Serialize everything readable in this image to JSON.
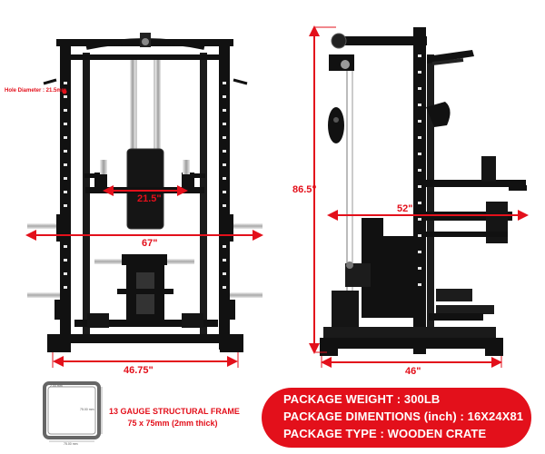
{
  "front_view": {
    "hole_diameter": "Hole Diameter : 21.5mm",
    "inner_width": "21.5\"",
    "outer_width": "67\"",
    "base_width": "46.75\""
  },
  "side_view": {
    "height": "86.5\"",
    "arm_depth": "52\"",
    "base_depth": "46\""
  },
  "frame_spec": {
    "line1": "13 GAUGE STRUCTURAL FRAME",
    "line2": "75 x 75mm (2mm thick)",
    "tube_dim_a": "75.00 mm",
    "tube_dim_b": "75.00 mm",
    "tube_dim_c": "2.00 mm"
  },
  "package": {
    "weight": "PACKAGE WEIGHT : 300LB",
    "dimensions": "PACKAGE DIMENTIONS (inch) : 16X24X81",
    "type": "PACKAGE TYPE : WOODEN CRATE"
  },
  "colors": {
    "accent": "#e3101b",
    "frame": "#111111",
    "chrome": "#c8c8c8"
  }
}
